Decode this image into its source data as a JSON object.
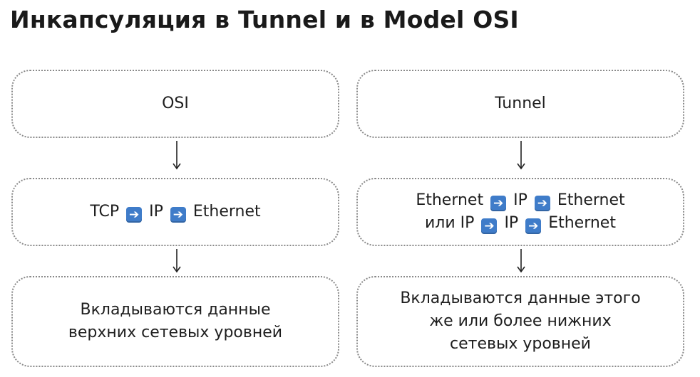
{
  "title": "Инкапсуляция в Tunnel и в Model OSI",
  "icons": {
    "inline_arrow": "arrow-right-icon",
    "connector": "arrow-down-icon",
    "arrow_color": "#3f7cc9"
  },
  "left": {
    "header": "OSI",
    "encapsulation": {
      "parts": [
        "TCP",
        "IP",
        "Ethernet"
      ]
    },
    "payload": {
      "lines": [
        "Вкладываются данные",
        "верхних сетевых уровней"
      ]
    }
  },
  "right": {
    "header": "Tunnel",
    "encapsulation": {
      "line1": [
        "Ethernet",
        "IP",
        "Ethernet"
      ],
      "line2_prefix": "или",
      "line2": [
        "IP",
        "IP",
        "Ethernet"
      ]
    },
    "payload": {
      "lines": [
        "Вкладываются данные этого",
        "же или более нижних",
        "сетевых уровней"
      ]
    }
  }
}
